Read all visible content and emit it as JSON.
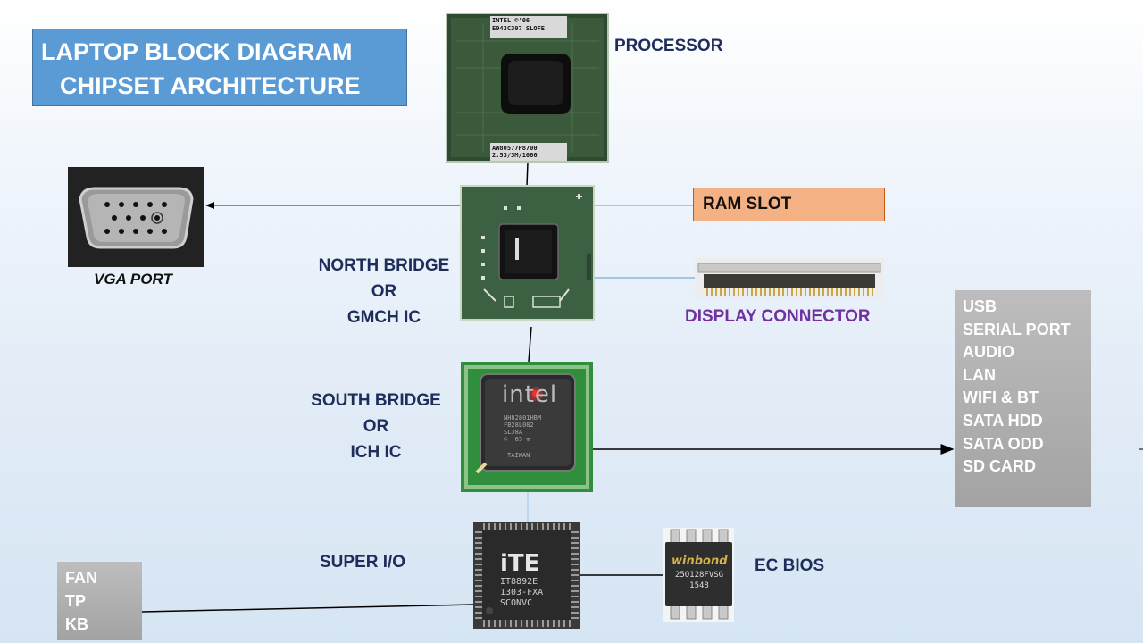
{
  "title": {
    "line1": "LAPTOP BLOCK DIAGRAM",
    "line2": "CHIPSET ARCHITECTURE"
  },
  "labels": {
    "processor": "PROCESSOR",
    "vga_port": "VGA PORT",
    "north_bridge": [
      "NORTH BRIDGE",
      "OR",
      "GMCH IC"
    ],
    "south_bridge": [
      "SOUTH BRIDGE",
      "OR",
      "ICH IC"
    ],
    "ram_slot": "RAM SLOT",
    "display_connector": "DISPLAY CONNECTOR",
    "super_io": "SUPER I/O",
    "ec_bios": "EC BIOS"
  },
  "south_bridge_peripherals": [
    "USB",
    "SERIAL PORT",
    "AUDIO",
    "LAN",
    "WIFI & BT",
    "SATA HDD",
    "SATA ODD",
    "SD CARD"
  ],
  "super_io_peripherals": [
    "FAN",
    "TP",
    "KB"
  ],
  "chip_markings": {
    "processor_top": [
      "INTEL ©'06",
      "E043C307 SLOFE"
    ],
    "processor_bottom": [
      "AW80577P8700",
      "2.53/3M/1066"
    ],
    "south_bridge_brand": "intel",
    "south_bridge_lines": [
      "NH82801HBM",
      "FB28L082",
      "SLJ8A",
      "© '05 ⊕",
      "TAIWAN"
    ],
    "super_io_brand": "iTE",
    "super_io_lines": [
      "IT8892E",
      "1303-FXA",
      "SCONVC"
    ],
    "bios_brand": "winbond",
    "bios_lines": [
      "25Q128FVSG",
      "1548"
    ]
  },
  "colors": {
    "title_bg": "#5b9bd5",
    "label_text": "#1f2d5a",
    "display_connector_text": "#7030a0",
    "ram_box": "#f4b183",
    "gray_box": "#a6a6a6"
  }
}
